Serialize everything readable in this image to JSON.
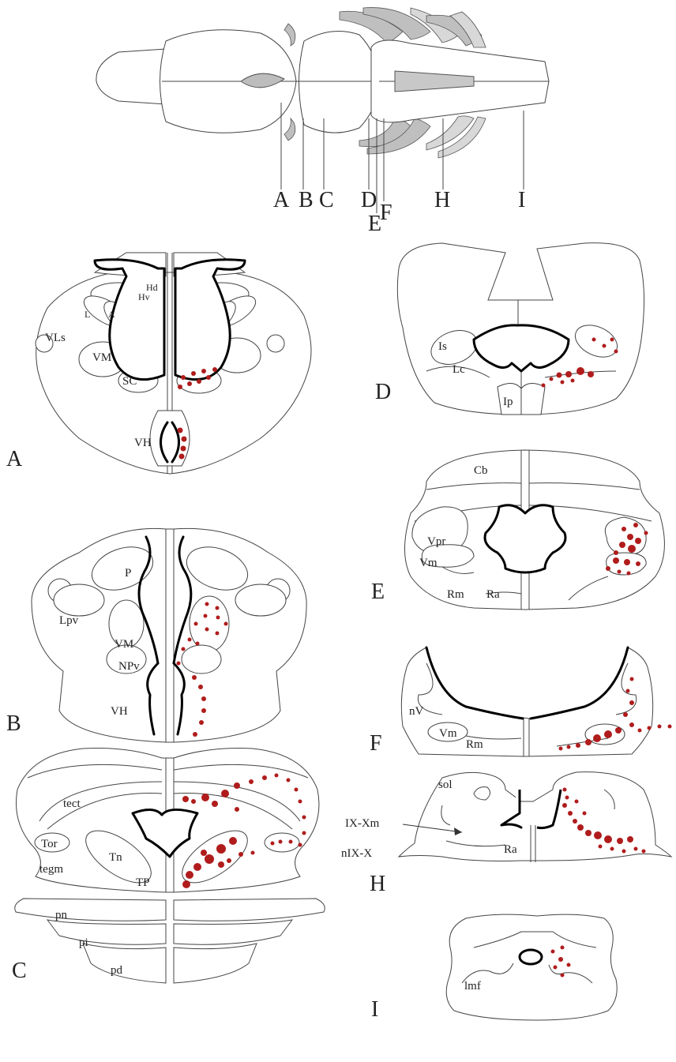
{
  "brain_section_labels": [
    "A",
    "B",
    "C",
    "D",
    "E",
    "F",
    "H",
    "I"
  ],
  "panels": {
    "A": {
      "letter": "A",
      "regions": [
        "Hd",
        "Hv",
        "L",
        "A",
        "VLs",
        "VM",
        "SC",
        "VH"
      ]
    },
    "B": {
      "letter": "B",
      "regions": [
        "P",
        "Lpv",
        "VM",
        "NPv",
        "VH"
      ]
    },
    "C": {
      "letter": "C",
      "regions": [
        "tect",
        "Tor",
        "Tn",
        "tegm",
        "TP",
        "pn",
        "pi",
        "pd"
      ]
    },
    "D": {
      "letter": "D",
      "regions": [
        "Is",
        "Lc",
        "Ip"
      ]
    },
    "E": {
      "letter": "E",
      "regions": [
        "Cb",
        "Vpr",
        "Vm",
        "Rm",
        "Ra"
      ]
    },
    "F": {
      "letter": "F",
      "regions": [
        "nV",
        "Vm",
        "Rm"
      ]
    },
    "H": {
      "letter": "H",
      "regions": [
        "sol",
        "IX-Xm",
        "nIX-X",
        "Ra"
      ]
    },
    "I": {
      "letter": "I",
      "regions": [
        "lmf"
      ]
    }
  },
  "colors": {
    "outline": "#444444",
    "ventricle": "#000000",
    "labeled_cells": "#b01c1c",
    "nerves": "#bfbfbf"
  }
}
